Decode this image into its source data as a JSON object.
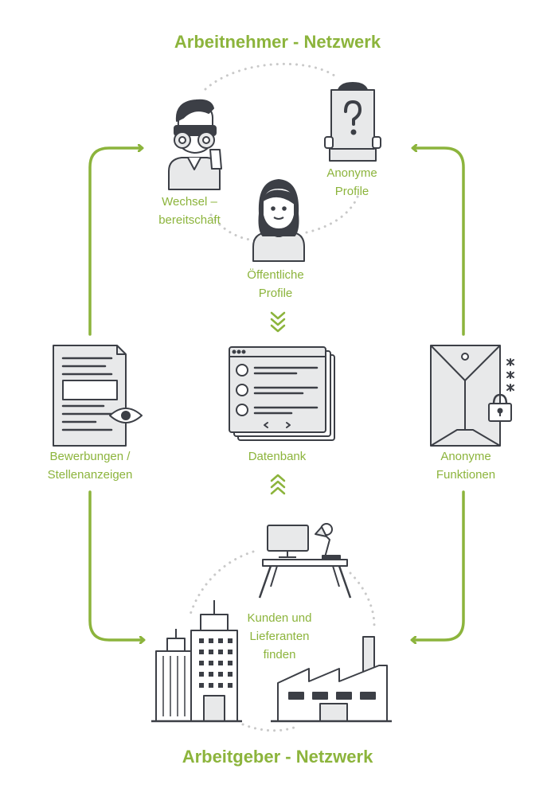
{
  "header": {
    "title": "Arbeitnehmer - Netzwerk"
  },
  "footer": {
    "title": "Arbeitgeber - Netzwerk"
  },
  "nodes": {
    "wechsel": {
      "line1": "Wechsel –",
      "line2": "bereitschaft",
      "icon": "binoculars-person-icon"
    },
    "anonyme_profile": {
      "line1": "Anonyme",
      "line2": "Profile",
      "icon": "question-sign-person-icon"
    },
    "oeffentliche": {
      "line1": "Öffentliche",
      "line2": "Profile",
      "icon": "woman-avatar-icon"
    },
    "bewerbungen": {
      "line1": "Bewerbungen /",
      "line2": "Stellenanzeigen",
      "icon": "document-eye-icon"
    },
    "datenbank": {
      "line1": "Datenbank",
      "icon": "database-windows-icon"
    },
    "anonyme_funktionen": {
      "line1": "Anonyme",
      "line2": "Funktionen",
      "icon": "locked-envelope-icon"
    },
    "kunden": {
      "line1": "Kunden und",
      "line2": "Lieferanten",
      "line3": "finden",
      "icon": "desk-computer-icon"
    }
  },
  "colors": {
    "accent": "#8cb43c",
    "stroke": "#3c3f46",
    "fill": "#e8e9ea",
    "dots": "#c9c9c9"
  }
}
